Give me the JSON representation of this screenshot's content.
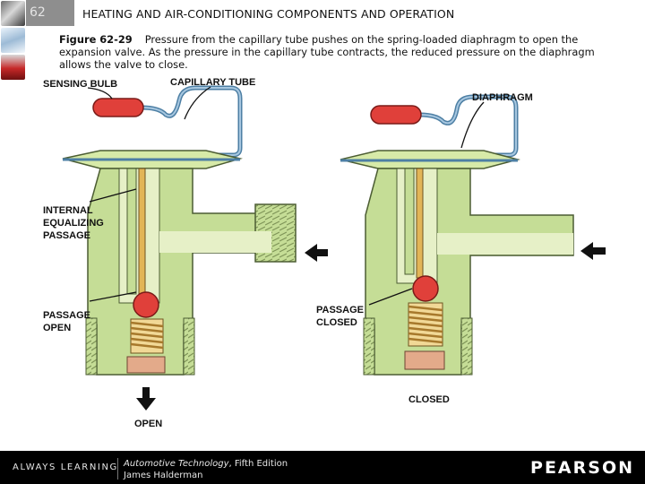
{
  "header": {
    "chapter_number": "62",
    "chapter_title": "HEATING AND AIR-CONDITIONING COMPONENTS AND OPERATION",
    "thumbnails": [
      "engine-thumbnail-icon",
      "ice-thumbnail-icon",
      "red-car-thumbnail-icon"
    ]
  },
  "caption": {
    "label": "Figure 62-29",
    "text": "Pressure from the capillary tube pushes on the spring-loaded diaphragm to open the expansion valve. As the pressure in the capillary tube contracts, the reduced pressure on the diaphragm allows the valve to close."
  },
  "figure": {
    "left": {
      "sensing_bulb": "SENSING BULB",
      "capillary_tube": "CAPILLARY TUBE",
      "internal_1": "INTERNAL",
      "internal_2": "EQUALIZING",
      "internal_3": "PASSAGE",
      "passage_1": "PASSAGE",
      "passage_2": "OPEN",
      "bottom": "OPEN"
    },
    "right": {
      "diaphragm": "DIAPHRAGM",
      "passage_1": "PASSAGE",
      "passage_2": "CLOSED",
      "bottom": "CLOSED"
    },
    "colors": {
      "body": "#c5dd96",
      "body_light": "#d7eaa8",
      "tube": "#4d7fa4",
      "bulb": "#e0403a",
      "spring": "#e2b557",
      "seat": "#e3aa8a"
    }
  },
  "footer": {
    "always_learning": "ALWAYS LEARNING",
    "book_title": "Automotive Technology",
    "book_edition": ", Fifth Edition",
    "author": "James Halderman",
    "publisher": "PEARSON"
  }
}
